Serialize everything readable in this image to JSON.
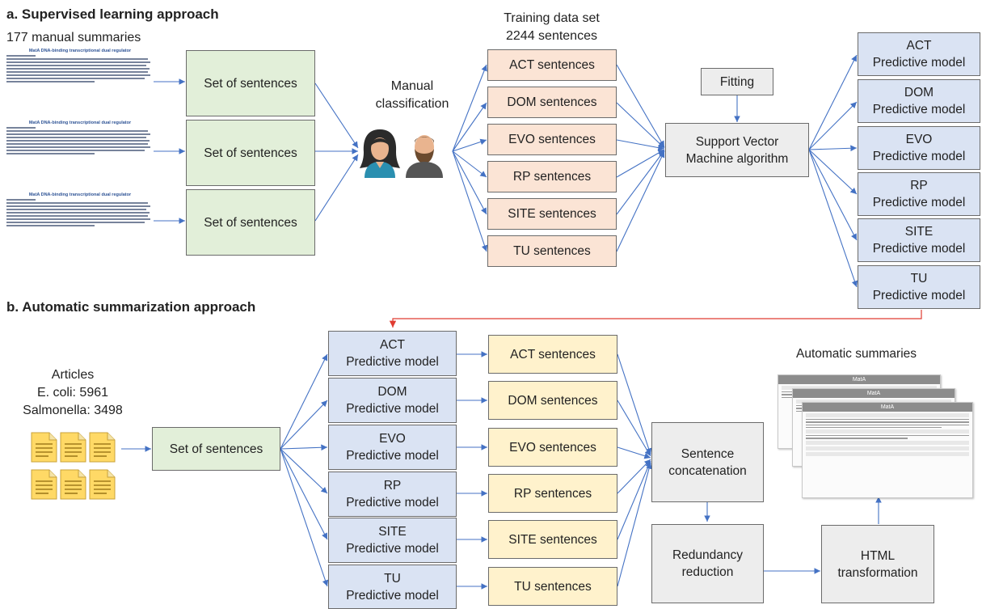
{
  "section_a": {
    "heading": "a. Supervised learning approach",
    "manual_summaries_label": "177 manual summaries",
    "summary_doc_title": "MatA DNA-binding transcriptional dual regulator",
    "sentence_set_label": "Set of sentences",
    "manual_classification": "Manual classification",
    "training_title_line1": "Training data set",
    "training_title_line2": "2244 sentences",
    "sentence_classes": [
      "ACT sentences",
      "DOM sentences",
      "EVO sentences",
      "RP sentences",
      "SITE sentences",
      "TU sentences"
    ],
    "fitting_label": "Fitting",
    "svm_label": "Support Vector Machine algorithm",
    "model_names": [
      "ACT",
      "DOM",
      "EVO",
      "RP",
      "SITE",
      "TU"
    ],
    "model_suffix": "Predictive model"
  },
  "section_b": {
    "heading": "b. Automatic summarization approach",
    "articles_line1": "Articles",
    "articles_line2": "E. coli: 5961",
    "articles_line3": "Salmonella: 3498",
    "sentence_set_label": "Set of sentences",
    "model_names": [
      "ACT",
      "DOM",
      "EVO",
      "RP",
      "SITE",
      "TU"
    ],
    "model_suffix": "Predictive model",
    "output_classes": [
      "ACT sentences",
      "DOM sentences",
      "EVO sentences",
      "RP sentences",
      "SITE sentences",
      "TU sentences"
    ],
    "concatenation_label": "Sentence concatenation",
    "redundancy_label": "Redundancy reduction",
    "html_label": "HTML transformation",
    "auto_summaries_title": "Automatic summaries",
    "summary_page_title": "MatA"
  },
  "colors": {
    "arrow": "#4472c4",
    "link_red": "#e03c31",
    "green_box": "#e2efd9",
    "salmon_box": "#fbe4d5",
    "blue_box": "#dae3f3",
    "yellow_box": "#fff2cc",
    "gray_box": "#ededed"
  },
  "icons": [
    "woman-avatar-icon",
    "man-avatar-icon",
    "document-icon"
  ]
}
